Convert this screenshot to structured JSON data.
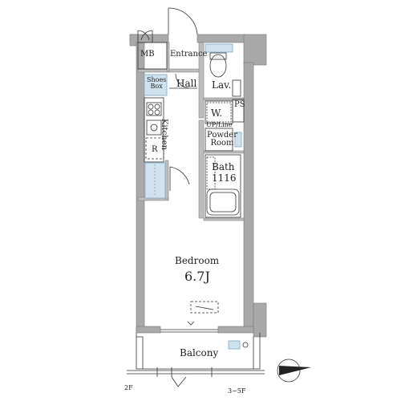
{
  "rooms": {
    "mb": "MB",
    "entrance": "Entrance",
    "hall": "Hall",
    "lav": "Lav.",
    "shoes_box": [
      "Shoes",
      "Box"
    ],
    "kitchen": "Kitchen",
    "wc": "W.",
    "ps": "PS",
    "up_line": "UP/Line",
    "powder_room": [
      "Powder",
      "Room"
    ],
    "refrigerator": "R",
    "bath": "Bath",
    "bath_size": "1116",
    "bedroom": "Bedroom",
    "bedroom_size": "6.7J",
    "balcony": "Balcony"
  },
  "annotations": {
    "floor_2f": "2F",
    "floor_3_5f": "3~5F"
  },
  "colors": {
    "wall": "#a9a9a9",
    "wall_dark": "#8f8f8f",
    "line": "#333333",
    "storage_fill": "#cfe3ef",
    "storage_stroke": "#7fa9c4"
  },
  "icons": {
    "compass": "north-arrow-icon"
  }
}
